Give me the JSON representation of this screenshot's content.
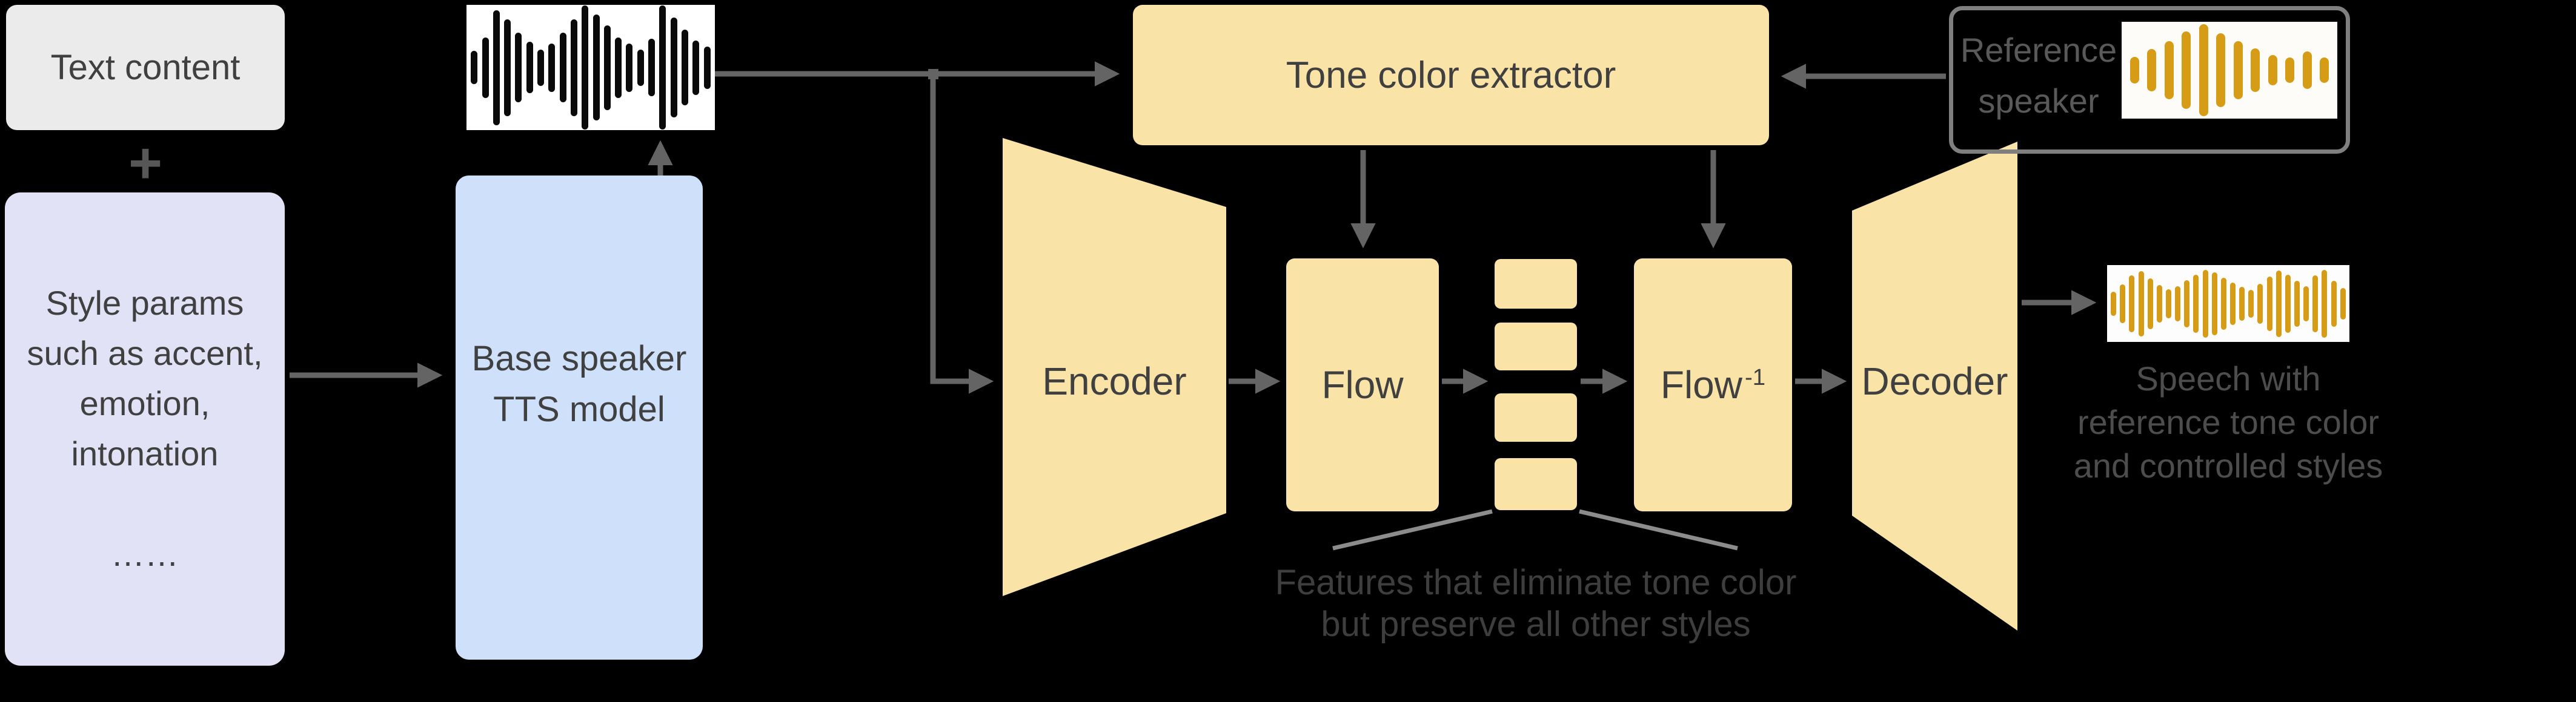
{
  "diagram": {
    "title_semantic": "voice-cloning-tts-architecture",
    "background": "#000000",
    "colors": {
      "box_gray": "#ebebeb",
      "box_purple": "#e2e2f6",
      "box_blue": "#cfe0fb",
      "box_yellow": "#f9e3a6",
      "arrow_gray": "#646464",
      "annotation_line_gray": "#8c8c8c",
      "reference_border_gray": "#7f7f7f",
      "text_dark": "#404040",
      "text_reference": "#595959",
      "text_speech": "#4d4d4d",
      "text_features": "#3e3e3e",
      "waveform_black": "#0a0a0a",
      "waveform_gold": "#d79c15",
      "waveform_bg_white": "#ffffff"
    },
    "nodes": {
      "text_content": {
        "label": "Text content"
      },
      "plus_icon": "+",
      "style_params": {
        "lines": [
          "Style params",
          "such as accent,",
          "emotion,",
          "intonation",
          "",
          "……"
        ]
      },
      "base_tts": {
        "lines": [
          "Base speaker",
          "TTS model"
        ]
      },
      "tone_color_extractor": {
        "label": "Tone color extractor"
      },
      "encoder": {
        "label": "Encoder"
      },
      "flow": {
        "label": "Flow"
      },
      "flow_inverse": {
        "label": "Flow",
        "superscript": "-1"
      },
      "decoder": {
        "label": "Decoder"
      },
      "reference_speaker": {
        "lines": [
          "Reference",
          "speaker"
        ]
      }
    },
    "annotations": {
      "features": {
        "lines": [
          "Features that eliminate tone color",
          "but preserve all other styles"
        ]
      },
      "speech": {
        "lines": [
          "Speech with",
          "reference tone color",
          "and controlled  styles"
        ]
      }
    },
    "waveforms": {
      "input_speech": {
        "color": "#0a0a0a",
        "bars": [
          55,
          100,
          190,
          160,
          115,
          85,
          60,
          80,
          115,
          160,
          205,
          175,
          140,
          100,
          80,
          60,
          95,
          205,
          165,
          125,
          90,
          70
        ]
      },
      "reference_speech": {
        "color": "#d79c15",
        "bars": [
          44,
          70,
          96,
          128,
          152,
          122,
          96,
          72,
          50,
          42,
          62,
          42
        ]
      },
      "output_speech": {
        "color": "#d79c15",
        "bars": [
          40,
          64,
          94,
          108,
          84,
          62,
          48,
          58,
          78,
          96,
          112,
          104,
          86,
          70,
          56,
          46,
          66,
          90,
          110,
          96,
          76,
          58,
          94,
          112,
          76,
          52
        ]
      }
    }
  }
}
